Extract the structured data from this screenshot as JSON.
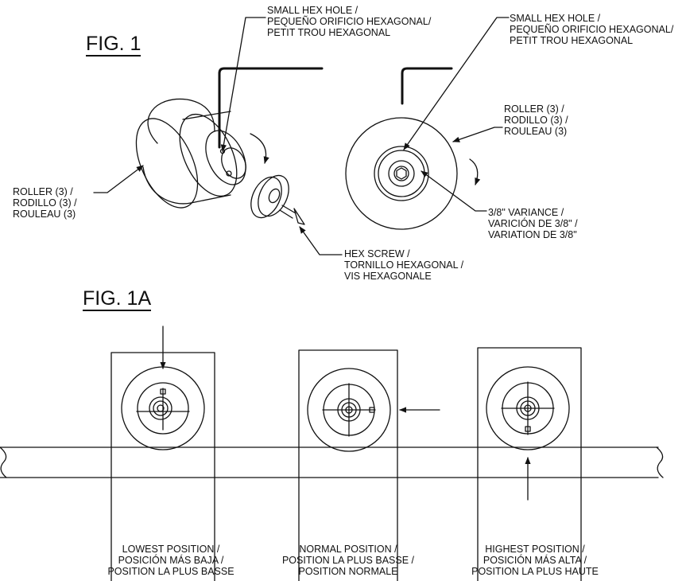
{
  "fig1": {
    "title": "FIG. 1",
    "left_hex_hole": [
      "SMALL HEX HOLE /",
      "PEQUEÑO ORIFICIO HEXAGONAL/",
      "PETIT TROU HEXAGONAL"
    ],
    "right_hex_hole": [
      "SMALL HEX HOLE /",
      "PEQUEÑO ORIFICIO HEXAGONAL/",
      "PETIT TROU HEXAGONAL"
    ],
    "left_roller": [
      "ROLLER (3) /",
      "RODILLO (3) /",
      "ROULEAU (3)"
    ],
    "right_roller": [
      "ROLLER (3) /",
      "RODILLO (3) /",
      "ROULEAU (3)"
    ],
    "hex_screw": [
      "HEX SCREW /",
      "TORNILLO HEXAGONAL /",
      "VIS HEXAGONALE"
    ],
    "variance": [
      "3/8\" VARIANCE /",
      "VARICIÓN DE 3/8\" /",
      "VARIATION DE 3/8\""
    ]
  },
  "fig1a": {
    "title": "FIG. 1A",
    "positions": [
      {
        "lines": [
          "LOWEST POSITION /",
          "POSICIÓN MÁS BAJA /",
          "POSITION LA PLUS BASSE"
        ]
      },
      {
        "lines": [
          "NORMAL POSITION /",
          "POSITION LA PLUS BASSE /",
          "POSITION NORMALE"
        ]
      },
      {
        "lines": [
          "HIGHEST POSITION /",
          "POSICIÓN MÁS ALTA /",
          "POSITION LA PLUS HAUTE"
        ]
      }
    ]
  },
  "colors": {
    "line": "#111111",
    "background": "#ffffff"
  }
}
